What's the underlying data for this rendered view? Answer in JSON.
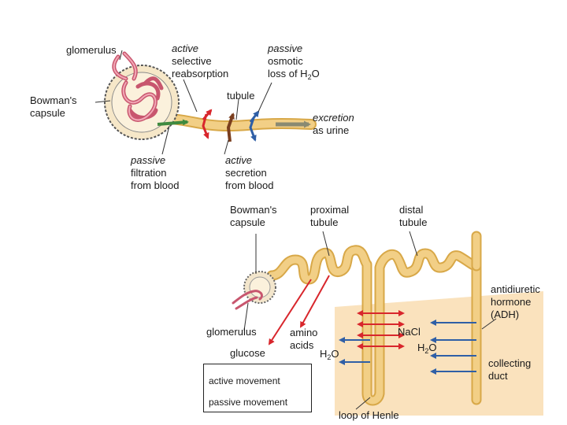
{
  "colors": {
    "active": "#d8262c",
    "passive": "#2f5fa6",
    "tubule": "#f2cf86",
    "tubule_edge": "#d8a848",
    "capillary": "#d77a8c",
    "collecting_bg": "#fae2bd",
    "green_arrow": "#3f8a3f",
    "brown_arrow": "#7a3e1e",
    "grey_arrow": "#8a8a72"
  },
  "top": {
    "glomerulus": "glomerulus",
    "bowmans": [
      "Bowman's",
      "capsule"
    ],
    "active_reabs": {
      "italic": "active",
      "lines": [
        "selective",
        "reabsorption"
      ]
    },
    "passive_osmotic": {
      "italic": "passive",
      "lines": [
        "osmotic"
      ],
      "loss_prefix": "loss of H",
      "loss_sub": "2",
      "loss_suffix": "O"
    },
    "tubule": "tubule",
    "excretion": {
      "italic": "excretion",
      "lines": [
        "as urine"
      ]
    },
    "passive_filtration": {
      "italic": "passive",
      "lines": [
        "filtration",
        "from blood"
      ]
    },
    "active_secretion": {
      "italic": "active",
      "lines": [
        "secretion",
        "from blood"
      ]
    }
  },
  "bottom": {
    "bowmans": [
      "Bowman's",
      "capsule"
    ],
    "proximal": [
      "proximal",
      "tubule"
    ],
    "distal": [
      "distal",
      "tubule"
    ],
    "adh": [
      "antidiuretic",
      "hormone",
      "(ADH)"
    ],
    "glomerulus": "glomerulus",
    "amino": [
      "amino",
      "acids"
    ],
    "glucose": "glucose",
    "h2o_left": {
      "prefix": "H",
      "sub": "2",
      "suffix": "O"
    },
    "nacl": "NaCl",
    "h2o_right": {
      "prefix": "H",
      "sub": "2",
      "suffix": "O"
    },
    "collecting": [
      "collecting",
      "duct"
    ],
    "loop": "loop of Henle"
  },
  "legend": {
    "active": "active movement",
    "passive": "passive movement"
  }
}
